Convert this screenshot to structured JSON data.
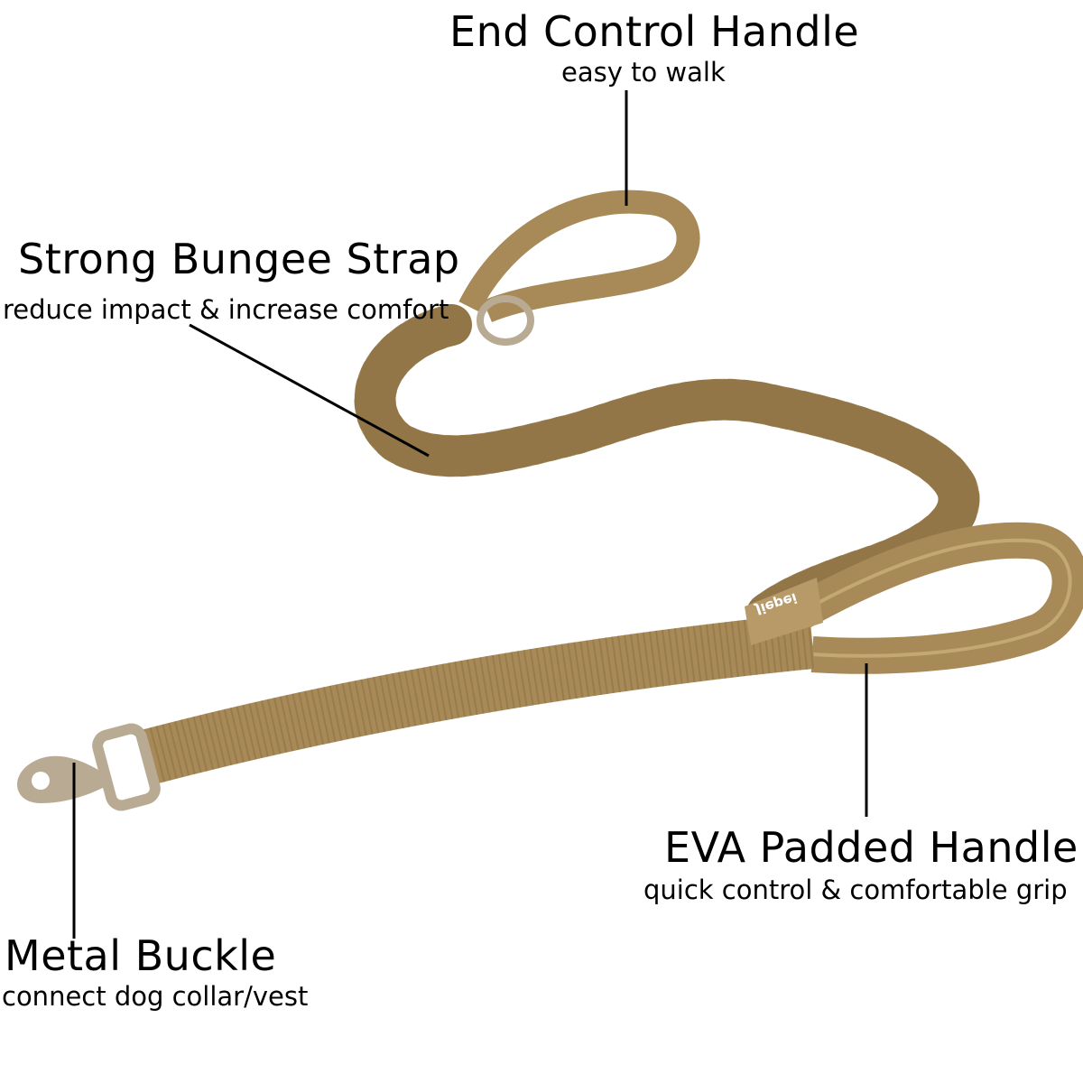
{
  "callouts": {
    "end_handle": {
      "title": "End Control Handle",
      "subtitle": "easy to walk"
    },
    "bungee": {
      "title": "Strong Bungee Strap",
      "subtitle": "reduce impact & increase comfort"
    },
    "eva_handle": {
      "title": "EVA Padded Handle",
      "subtitle": "quick control & comfortable grip"
    },
    "buckle": {
      "title": "Metal Buckle",
      "subtitle": "connect dog collar/vest"
    }
  },
  "brand_tag": "Jiepei",
  "colors": {
    "strap": "#a88a58",
    "strap_dark": "#7d6237",
    "strap_light": "#c4a874",
    "hardware": "#b9ab93",
    "line": "#000000"
  }
}
